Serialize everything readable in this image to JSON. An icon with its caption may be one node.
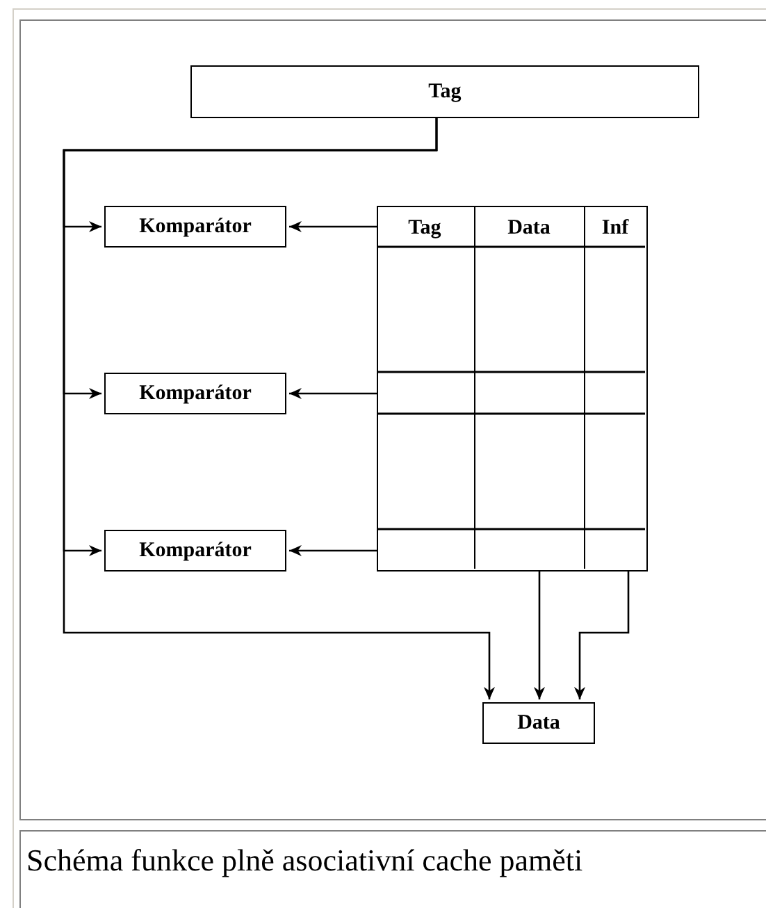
{
  "diagram": {
    "caption": "Schéma funkce plně asociativní cache paměti",
    "nodes": [
      {
        "text": [
          "Tag"
        ]
      },
      {
        "text": [
          "Komparátor"
        ]
      },
      {
        "text": [
          "Komparátor"
        ]
      },
      {
        "text": [
          "Komparátor"
        ]
      },
      {
        "text": [],
        "shape": "table"
      },
      {
        "text": [
          "Tag"
        ],
        "in": 4
      },
      {
        "text": [
          "Data"
        ],
        "in": 4
      },
      {
        "text": [
          "Inf"
        ],
        "in": 4
      },
      {
        "text": [
          "Data"
        ]
      }
    ],
    "edges": [
      {
        "from": 0,
        "to": 1,
        "arrow": "to"
      },
      {
        "from": 0,
        "to": 2,
        "arrow": "to"
      },
      {
        "from": 0,
        "to": 3,
        "arrow": "to"
      },
      {
        "from": 0,
        "to": 8,
        "arrow": "to"
      },
      {
        "from": 4,
        "to": 1,
        "arrow": "to"
      },
      {
        "from": 4,
        "to": 2,
        "arrow": "to"
      },
      {
        "from": 4,
        "to": 3,
        "arrow": "to"
      },
      {
        "from": 6,
        "to": 8,
        "arrow": "to"
      },
      {
        "from": 7,
        "to": 8,
        "arrow": "to"
      }
    ]
  }
}
